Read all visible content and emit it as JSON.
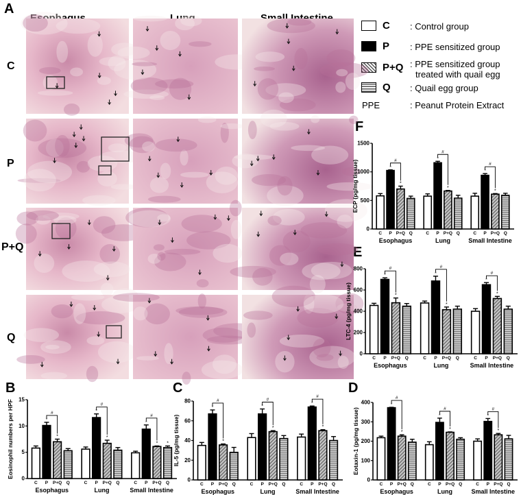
{
  "panel_labels": {
    "a": "A",
    "b": "B",
    "c": "C",
    "d": "D",
    "e": "E",
    "f": "F"
  },
  "histology": {
    "columns": [
      "Esophagus",
      "Lung",
      "Small Intestine"
    ],
    "rows": [
      "C",
      "P",
      "P+Q",
      "Q"
    ]
  },
  "legend": [
    {
      "code": "C",
      "text": ": Control group",
      "fill": "white"
    },
    {
      "code": "P",
      "text": ": PPE sensitized group",
      "fill": "black"
    },
    {
      "code": "P+Q",
      "text": ": PPE sensitized group",
      "text2": "treated with quail egg",
      "fill": "diagonal-hatch"
    },
    {
      "code": "Q",
      "text": ": Quail egg group",
      "fill": "horizontal-stripes"
    },
    {
      "code": "PPE",
      "text": ": Peanut Protein Extract"
    }
  ],
  "colors": {
    "C": "#ffffff",
    "P": "#000000",
    "P+Q": "#a8a8a8",
    "Q": "#b0b0b0",
    "tissue": "#e8b4c8"
  },
  "chart_data": [
    {
      "id": "F",
      "type": "bar",
      "ylabel": "ECP (pg/mg tissue)",
      "ylim": [
        0,
        1500
      ],
      "ticks": [
        "0",
        "500",
        "1000",
        "1500"
      ],
      "categories": [
        "Esophagus",
        "Lung",
        "Small Intestine"
      ],
      "bar_labels": [
        "C",
        "P",
        "P+Q",
        "Q"
      ],
      "series": [
        {
          "name": "C",
          "values": [
            580,
            575,
            575
          ],
          "errors": [
            40,
            40,
            50
          ]
        },
        {
          "name": "P",
          "values": [
            1025,
            1160,
            940
          ],
          "errors": [
            10,
            25,
            30
          ]
        },
        {
          "name": "P+Q",
          "values": [
            700,
            665,
            610
          ],
          "errors": [
            50,
            10,
            10
          ]
        },
        {
          "name": "Q",
          "values": [
            535,
            540,
            590
          ],
          "errors": [
            40,
            50,
            35
          ]
        }
      ],
      "stars": [
        [
          false,
          true,
          true,
          false
        ],
        [
          false,
          true,
          true,
          false
        ],
        [
          false,
          true,
          true,
          false
        ]
      ],
      "bracket_mark": "#",
      "star_mark": "*"
    },
    {
      "id": "E",
      "type": "bar",
      "ylabel": "LTC-4 (pg/mg tissue)",
      "ylim": [
        0,
        800
      ],
      "ticks": [
        "0",
        "200",
        "400",
        "600",
        "800"
      ],
      "categories": [
        "Esophagus",
        "Lung",
        "Small Intestine"
      ],
      "bar_labels": [
        "C",
        "P",
        "P+Q",
        "Q"
      ],
      "series": [
        {
          "name": "C",
          "values": [
            455,
            478,
            400
          ],
          "errors": [
            20,
            18,
            25
          ]
        },
        {
          "name": "P",
          "values": [
            700,
            685,
            650
          ],
          "errors": [
            15,
            45,
            20
          ]
        },
        {
          "name": "P+Q",
          "values": [
            480,
            415,
            520
          ],
          "errors": [
            45,
            25,
            20
          ]
        },
        {
          "name": "Q",
          "values": [
            448,
            420,
            420
          ],
          "errors": [
            25,
            28,
            28
          ]
        }
      ],
      "stars": [
        [
          false,
          true,
          true,
          false
        ],
        [
          false,
          true,
          true,
          false
        ],
        [
          false,
          true,
          true,
          false
        ]
      ],
      "bracket_mark": "#",
      "star_mark": "*"
    },
    {
      "id": "B",
      "type": "bar",
      "ylabel": "Eosinophil numbers per HPF",
      "ylim": [
        0,
        15
      ],
      "ticks": [
        "0",
        "5",
        "10",
        "15"
      ],
      "categories": [
        "Esophagus",
        "Lung",
        "Small Intestine"
      ],
      "bar_labels": [
        "C",
        "P",
        "P+Q",
        "Q"
      ],
      "series": [
        {
          "name": "C",
          "values": [
            5.8,
            5.6,
            4.9
          ],
          "errors": [
            0.4,
            0.4,
            0.3
          ]
        },
        {
          "name": "P",
          "values": [
            10.1,
            11.6,
            9.4
          ],
          "errors": [
            0.6,
            0.7,
            0.8
          ]
        },
        {
          "name": "P+Q",
          "values": [
            7.0,
            6.7,
            6.1
          ],
          "errors": [
            0.5,
            0.6,
            0.1
          ]
        },
        {
          "name": "Q",
          "values": [
            5.3,
            5.4,
            5.9
          ],
          "errors": [
            0.4,
            0.5,
            0.3
          ]
        }
      ],
      "stars": [
        [
          false,
          true,
          true,
          false
        ],
        [
          false,
          true,
          true,
          false
        ],
        [
          false,
          true,
          true,
          true
        ]
      ],
      "bracket_mark": "#",
      "star_mark": "*"
    },
    {
      "id": "C",
      "type": "bar",
      "ylabel": "IL-5 (pg/mg tissue)",
      "ylim": [
        0,
        80
      ],
      "ticks": [
        "0",
        "20",
        "40",
        "60",
        "80"
      ],
      "categories": [
        "Esophagus",
        "Lung",
        "Small Intestine"
      ],
      "bar_labels": [
        "C",
        "P",
        "P+Q",
        "Q"
      ],
      "series": [
        {
          "name": "C",
          "values": [
            35,
            43,
            43.5
          ],
          "errors": [
            3,
            4,
            3
          ]
        },
        {
          "name": "P",
          "values": [
            67,
            67,
            74
          ],
          "errors": [
            4,
            5,
            1
          ]
        },
        {
          "name": "P+Q",
          "values": [
            35.5,
            49,
            50
          ],
          "errors": [
            1,
            1,
            1
          ]
        },
        {
          "name": "Q",
          "values": [
            28,
            42,
            40
          ],
          "errors": [
            5,
            3,
            4
          ]
        }
      ],
      "stars": [
        [
          false,
          true,
          true,
          false
        ],
        [
          false,
          true,
          true,
          false
        ],
        [
          false,
          true,
          true,
          false
        ]
      ],
      "bracket_mark": "#",
      "star_mark": "*"
    },
    {
      "id": "D",
      "type": "bar",
      "ylabel": "Eotaxin-1 (pg/mg tissue)",
      "ylim": [
        0,
        400
      ],
      "ticks": [
        "0",
        "100",
        "200",
        "300",
        "400"
      ],
      "categories": [
        "Esophagus",
        "Lung",
        "Small Intestine"
      ],
      "bar_labels": [
        "C",
        "P",
        "P+Q",
        "Q"
      ],
      "series": [
        {
          "name": "C",
          "values": [
            218,
            182,
            200
          ],
          "errors": [
            8,
            15,
            12
          ]
        },
        {
          "name": "P",
          "values": [
            373,
            297,
            302
          ],
          "errors": [
            2,
            22,
            15
          ]
        },
        {
          "name": "P+Q",
          "values": [
            226,
            246,
            233
          ],
          "errors": [
            7,
            2,
            7
          ]
        },
        {
          "name": "Q",
          "values": [
            195,
            210,
            212
          ],
          "errors": [
            15,
            8,
            18
          ]
        }
      ],
      "stars": [
        [
          false,
          true,
          true,
          false
        ],
        [
          false,
          true,
          true,
          false
        ],
        [
          false,
          true,
          true,
          false
        ]
      ],
      "bracket_mark": "#",
      "star_mark": "*"
    }
  ]
}
